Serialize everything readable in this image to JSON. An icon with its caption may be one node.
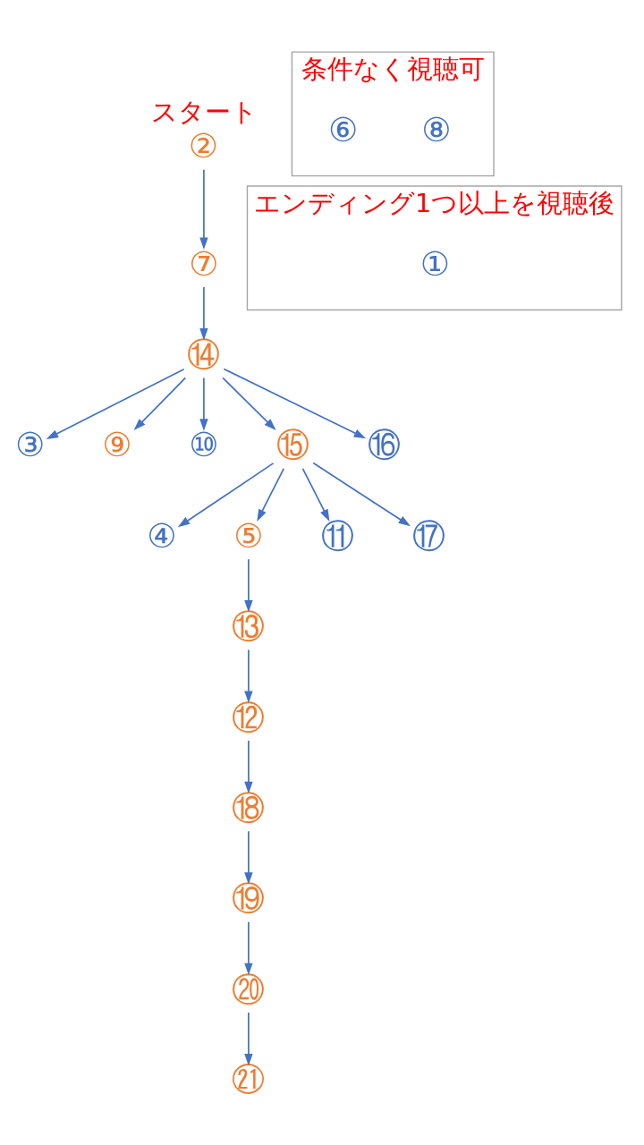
{
  "diagram": {
    "nodes": [
      {
        "text": [
          "②"
        ],
        "beside": [
          "スタート"
        ]
      },
      {
        "text": [
          "条件なく視聴可"
        ]
      },
      {
        "text": [
          "⑥"
        ],
        "in": 1
      },
      {
        "text": [
          "⑧"
        ],
        "in": 1
      },
      {
        "text": [
          "⑦"
        ]
      },
      {
        "text": [
          "エンディング1つ以上を視聴後"
        ]
      },
      {
        "text": [
          "①"
        ],
        "in": 5
      },
      {
        "text": [
          "⑭"
        ]
      },
      {
        "text": [
          "③"
        ]
      },
      {
        "text": [
          "⑨"
        ]
      },
      {
        "text": [
          "⑩"
        ]
      },
      {
        "text": [
          "⑮"
        ]
      },
      {
        "text": [
          "⑯"
        ]
      },
      {
        "text": [
          "④"
        ]
      },
      {
        "text": [
          "⑤"
        ]
      },
      {
        "text": [
          "⑪"
        ]
      },
      {
        "text": [
          "⑰"
        ]
      },
      {
        "text": [
          "⑬"
        ]
      },
      {
        "text": [
          "⑫"
        ]
      },
      {
        "text": [
          "⑱"
        ]
      },
      {
        "text": [
          "⑲"
        ]
      },
      {
        "text": [
          "⑳"
        ]
      },
      {
        "text": [
          "㉑"
        ]
      }
    ],
    "edges": [
      {
        "from": 0,
        "to": 4,
        "arrow": "to"
      },
      {
        "from": 4,
        "to": 7,
        "arrow": "to"
      },
      {
        "from": 7,
        "to": 8,
        "arrow": "to"
      },
      {
        "from": 7,
        "to": 9,
        "arrow": "to"
      },
      {
        "from": 7,
        "to": 10,
        "arrow": "to"
      },
      {
        "from": 7,
        "to": 11,
        "arrow": "to"
      },
      {
        "from": 7,
        "to": 12,
        "arrow": "to"
      },
      {
        "from": 11,
        "to": 13,
        "arrow": "to"
      },
      {
        "from": 11,
        "to": 14,
        "arrow": "to"
      },
      {
        "from": 11,
        "to": 15,
        "arrow": "to"
      },
      {
        "from": 11,
        "to": 16,
        "arrow": "to"
      },
      {
        "from": 14,
        "to": 17,
        "arrow": "to"
      },
      {
        "from": 17,
        "to": 18,
        "arrow": "to"
      },
      {
        "from": 18,
        "to": 19,
        "arrow": "to"
      },
      {
        "from": 19,
        "to": 20,
        "arrow": "to"
      },
      {
        "from": 20,
        "to": 21,
        "arrow": "to"
      },
      {
        "from": 21,
        "to": 22,
        "arrow": "to"
      }
    ]
  }
}
